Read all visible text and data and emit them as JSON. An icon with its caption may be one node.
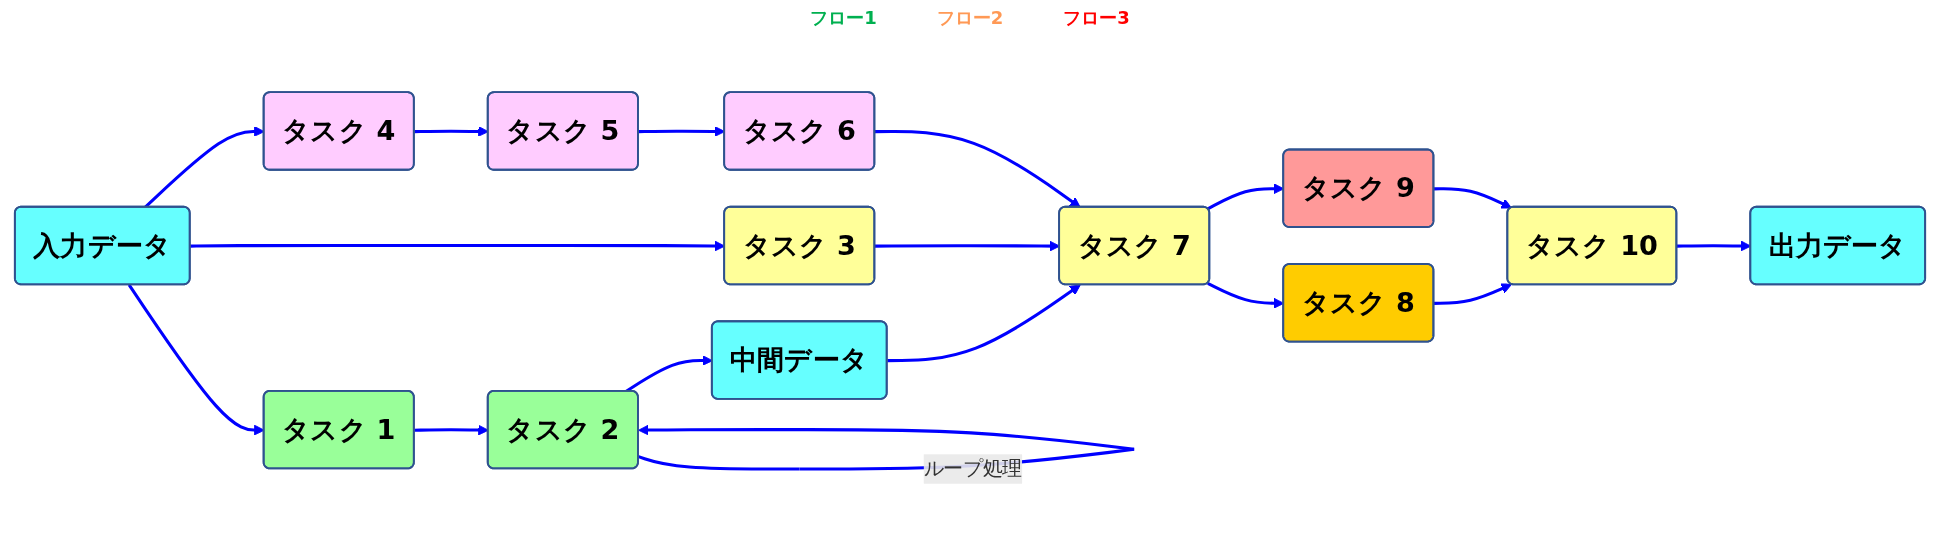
{
  "diagram": {
    "nodes": [
      {
        "text": [
          "入力データ"
        ]
      },
      {
        "text": [
          "タスク 1"
        ]
      },
      {
        "text": [
          "タスク 2"
        ]
      },
      {
        "text": [
          "中間データ"
        ]
      },
      {
        "text": [
          "タスク 3"
        ]
      },
      {
        "text": [
          "タスク 7"
        ]
      },
      {
        "text": [
          "タスク 8"
        ]
      },
      {
        "text": [
          "タスク 9"
        ]
      },
      {
        "text": [
          "タスク 10"
        ]
      },
      {
        "text": [
          "出力データ"
        ]
      },
      {
        "text": [
          "タスク 4"
        ]
      },
      {
        "text": [
          "タスク 5"
        ]
      },
      {
        "text": [
          "タスク 6"
        ]
      }
    ],
    "edges": [
      {
        "from": 0,
        "to": 1,
        "arrow": "to"
      },
      {
        "from": 0,
        "to": 4,
        "arrow": "to"
      },
      {
        "from": 0,
        "to": 10,
        "arrow": "to"
      },
      {
        "from": 1,
        "to": 2,
        "arrow": "to"
      },
      {
        "from": 2,
        "to": 2,
        "arrow": "to",
        "label": "ループ処理"
      },
      {
        "from": 2,
        "to": 3,
        "arrow": "to"
      },
      {
        "from": 3,
        "to": 5,
        "arrow": "to"
      },
      {
        "from": 4,
        "to": 5,
        "arrow": "to"
      },
      {
        "from": 12,
        "to": 5,
        "arrow": "to"
      },
      {
        "from": 5,
        "to": 6,
        "arrow": "to"
      },
      {
        "from": 5,
        "to": 7,
        "arrow": "to"
      },
      {
        "from": 6,
        "to": 8,
        "arrow": "to"
      },
      {
        "from": 7,
        "to": 8,
        "arrow": "to"
      },
      {
        "from": 8,
        "to": 9,
        "arrow": "to"
      },
      {
        "from": 10,
        "to": 11,
        "arrow": "to"
      },
      {
        "from": 11,
        "to": 12,
        "arrow": "to"
      }
    ],
    "labels": [
      "フロー1",
      "フロー2",
      "フロー3"
    ]
  }
}
